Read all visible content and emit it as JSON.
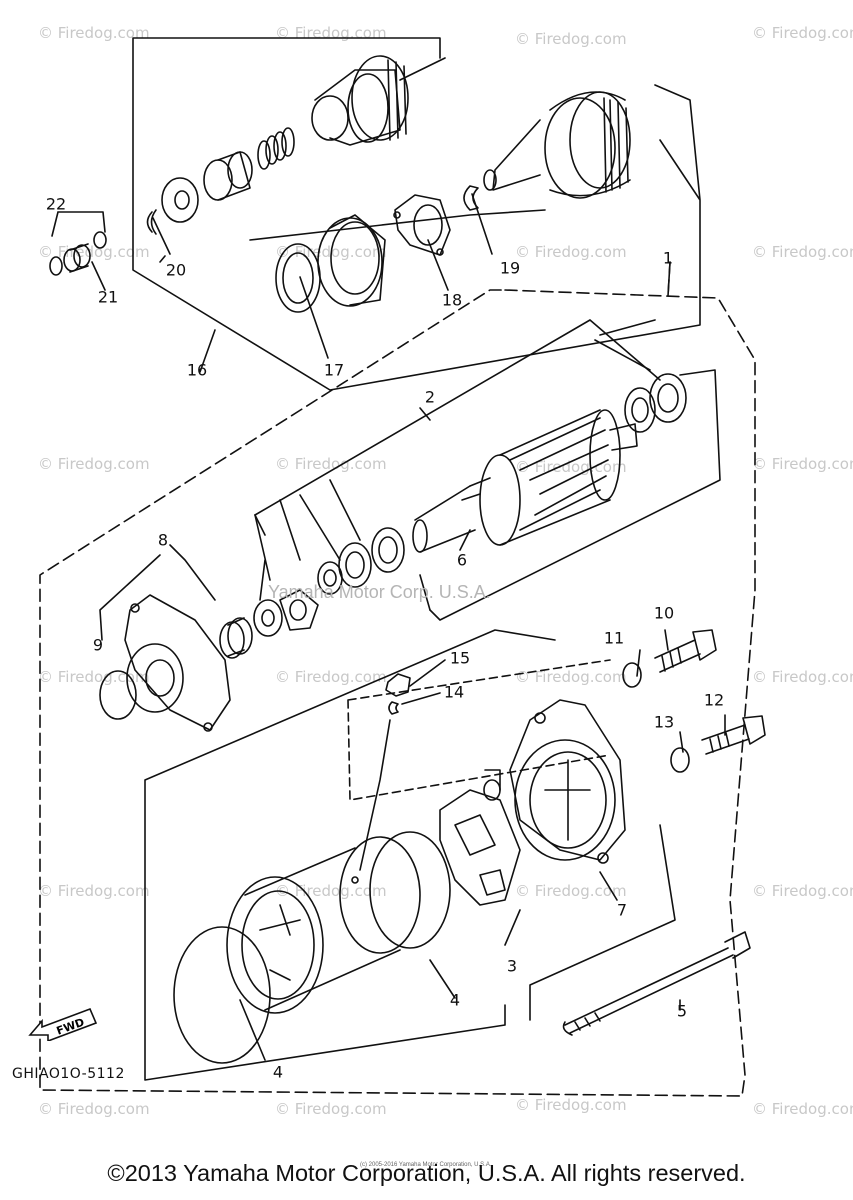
{
  "watermark_text": "© Firedog.com",
  "center_watermark": "Yamaha Motor Corp. U.S.A.",
  "diagram_code": "GHIAO1O-5112",
  "fwd_label": "FWD",
  "micro_copyright": "(c) 2005-2016 Yamaha Motor Corporation, U.S.A.",
  "footer": "©2013 Yamaha Motor Corporation, U.S.A. All rights reserved.",
  "callouts": {
    "c1": "1",
    "c2": "2",
    "c3": "3",
    "c4a": "4",
    "c4b": "4",
    "c5": "5",
    "c6": "6",
    "c7": "7",
    "c8": "8",
    "c9": "9",
    "c10": "10",
    "c11": "11",
    "c12": "12",
    "c13": "13",
    "c14": "14",
    "c15": "15",
    "c16": "16",
    "c17": "17",
    "c18": "18",
    "c19": "19",
    "c20": "20",
    "c21": "21",
    "c22": "22"
  }
}
